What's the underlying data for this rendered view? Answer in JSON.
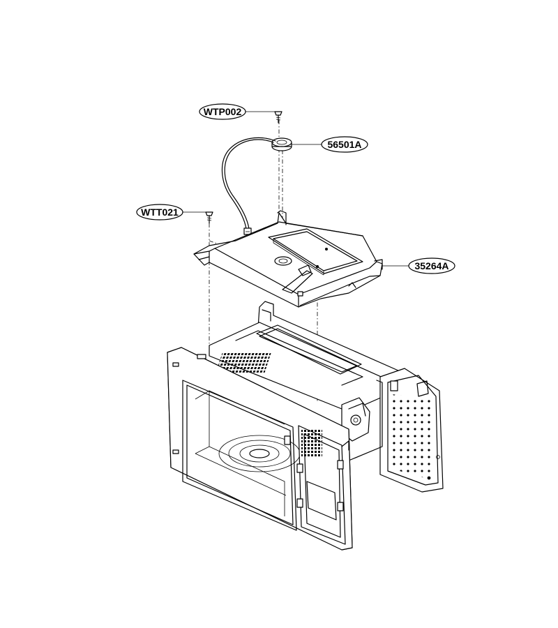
{
  "callouts": {
    "screw_top": "WTP002",
    "sensor": "56501A",
    "screw_left": "WTT021",
    "plate": "35264A"
  },
  "colors": {
    "line": "#000000",
    "background": "#ffffff"
  }
}
